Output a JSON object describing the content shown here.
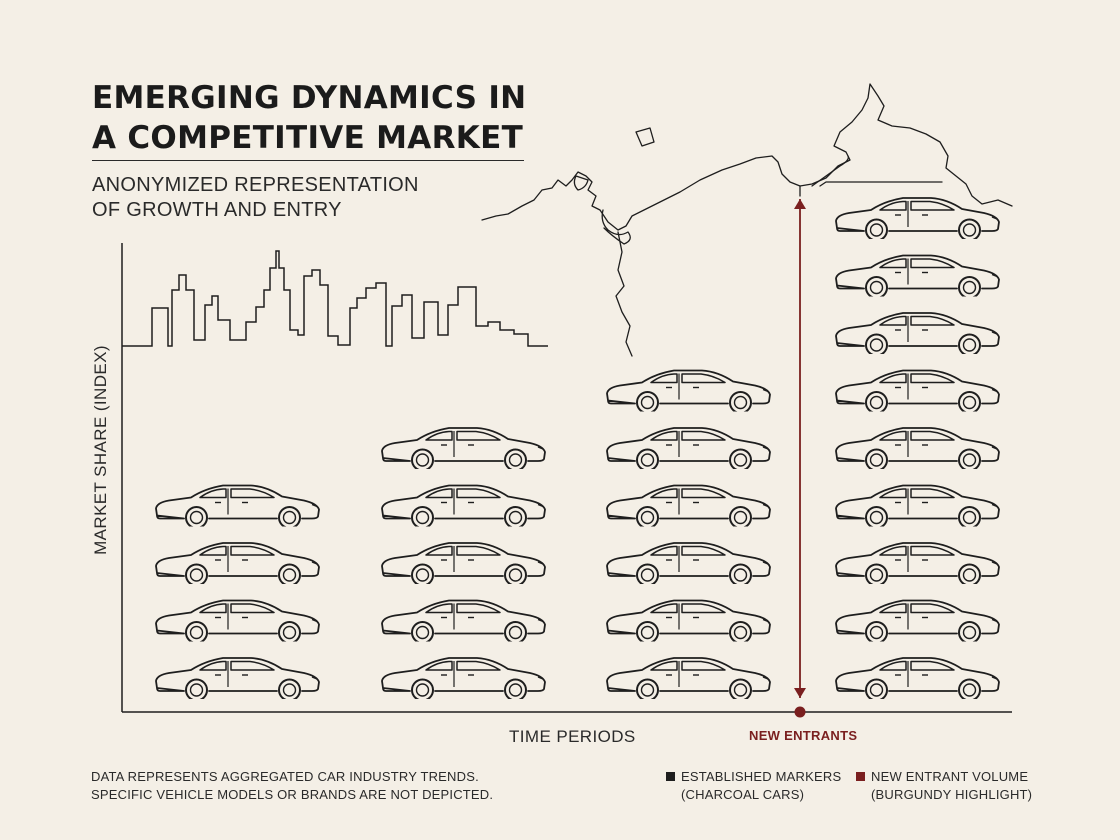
{
  "chart_data": {
    "type": "bar",
    "title": [
      "EMERGING DYNAMICS IN",
      "A COMPETITIVE MARKET"
    ],
    "subtitle": [
      "ANONYMIZED REPRESENTATION",
      "OF GROWTH AND ENTRY"
    ],
    "xlabel": "TIME PERIODS",
    "ylabel": "MARKET SHARE (INDEX)",
    "categories": [
      "",
      "",
      "",
      ""
    ],
    "series": [
      {
        "name": "ESTABLISHED MARKERS (CHARCOAL CARS)",
        "values": [
          4,
          5,
          6,
          9
        ],
        "color": "#1e1e1e"
      }
    ],
    "annotation": {
      "label": "NEW ENTRANTS",
      "target_index": 3,
      "color": "#7a1f1f"
    },
    "grid": false,
    "legend_placement": "bottom-right"
  },
  "legend": [
    {
      "lines": [
        "ESTABLISHED MARKERS",
        "(CHARCOAL CARS)"
      ],
      "color": "#1e1e1e"
    },
    {
      "lines": [
        "NEW ENTRANT VOLUME",
        "(BURGUNDY HIGHLIGHT)"
      ],
      "color": "#7a1f1f"
    }
  ],
  "footnote": [
    "DATA REPRESENTS AGGREGATED CAR INDUSTRY TRENDS.",
    "SPECIFIC VEHICLE MODELS OR BRANDS ARE NOT DEPICTED."
  ],
  "icons": {
    "marker": "car-icon",
    "decoration": [
      "city-skyline",
      "coastline-map"
    ]
  },
  "colors": {
    "background": "#f4efe6",
    "ink": "#1e1e1e",
    "accent": "#7a1f1f"
  }
}
